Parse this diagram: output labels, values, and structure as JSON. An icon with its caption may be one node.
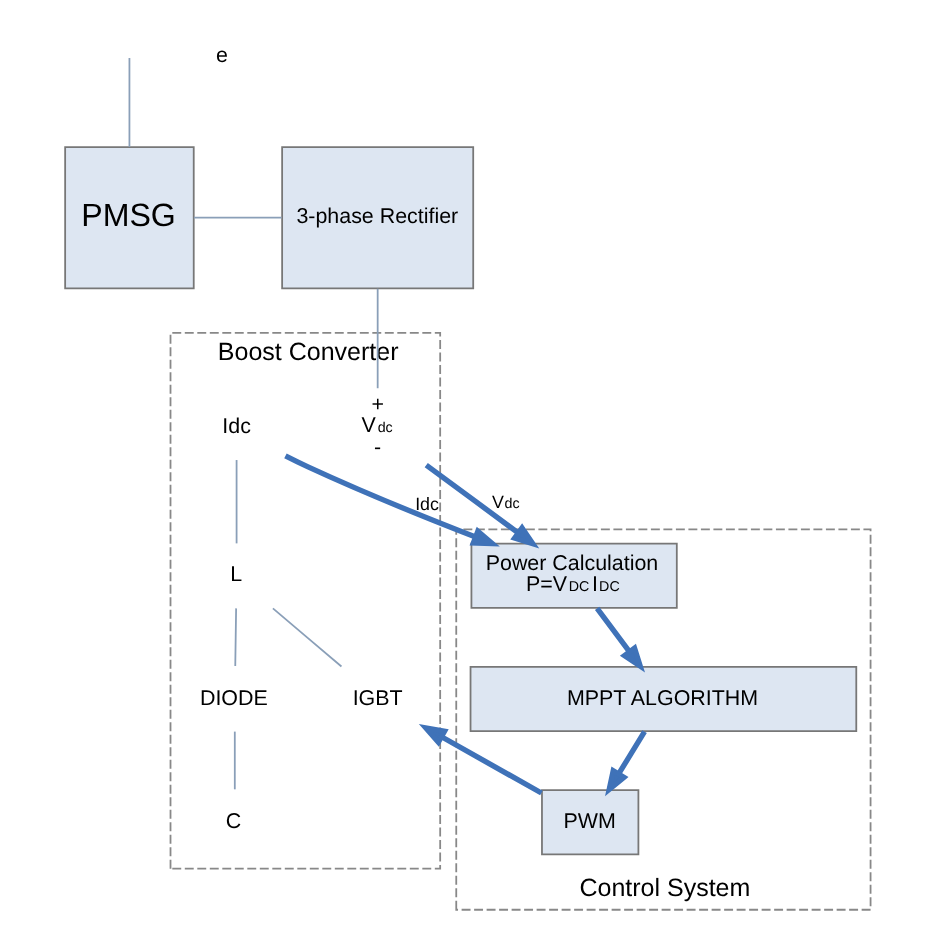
{
  "diagram": {
    "nodes": [
      {
        "text": [
          "PMSG"
        ]
      },
      {
        "text": [
          "3-phase Rectifier"
        ]
      },
      {
        "text": [
          "Boost Converter"
        ]
      },
      {
        "text": [
          "Control System"
        ]
      },
      {
        "text": [
          "Power Calculation",
          "P=V$_{DC}$I$_{DC}$"
        ],
        "in": 3
      },
      {
        "text": [
          "PWM"
        ],
        "in": 3
      },
      {
        "text": [
          "MPPT ALGORITHM"
        ],
        "in": 3
      },
      {
        "text": [
          "+",
          "V$_{dc}$",
          "-"
        ],
        "in": 2
      },
      {
        "text": [
          "Idc"
        ],
        "in": 2
      },
      {
        "text": [
          "L"
        ],
        "in": 2
      },
      {
        "text": [
          "DIODE"
        ],
        "in": 2
      },
      {
        "text": [
          "IGBT"
        ],
        "in": 2
      },
      {
        "text": [
          "C"
        ],
        "in": 2
      }
    ],
    "edges": [
      {
        "from": null,
        "to": 0,
        "arrow": "none"
      },
      {
        "from": 0,
        "to": 1,
        "arrow": "none"
      },
      {
        "from": 1,
        "to": 7,
        "arrow": "none"
      },
      {
        "from": 8,
        "to": 9,
        "arrow": "none"
      },
      {
        "from": 9,
        "to": 10,
        "arrow": "none"
      },
      {
        "from": 9,
        "to": 11,
        "arrow": "none"
      },
      {
        "from": 10,
        "to": 12,
        "arrow": "none"
      },
      {
        "from": 7,
        "to": 4,
        "arrow": "to",
        "label": "V$_{dc}$",
        "style": "thick",
        "color": "#3f72b8"
      },
      {
        "from": 8,
        "to": 4,
        "arrow": "to",
        "label": "Idc",
        "style": "thick",
        "color": "#3f72b8"
      },
      {
        "from": 5,
        "to": 11,
        "arrow": "to",
        "style": "thick",
        "color": "#3f72b8"
      },
      {
        "from": 4,
        "to": 6,
        "arrow": "to",
        "style": "thick",
        "color": "#3f72b8"
      },
      {
        "from": 6,
        "to": 5,
        "arrow": "to",
        "style": "thick",
        "color": "#3f72b8"
      }
    ],
    "labels": [
      "e"
    ]
  }
}
